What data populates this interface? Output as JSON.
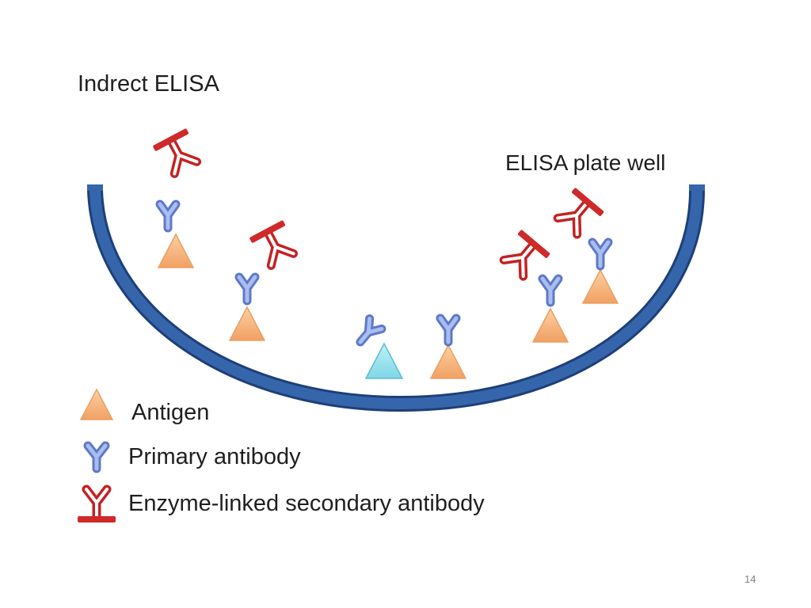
{
  "diagram": {
    "title": "Indrect ELISA",
    "well_label": "ELISA plate well"
  },
  "legend": {
    "antigen": "Antigen",
    "primary_antibody": "Primary antibody",
    "secondary_antibody": "Enzyme-linked secondary antibody"
  },
  "colors": {
    "well": "#2e5fa0",
    "antigen": "#f6b079",
    "unbound_antigen": "#8fe0ec",
    "primary_antibody": "#6f8fd6",
    "secondary_antibody": "#cf2a2a"
  },
  "page_number": "14"
}
